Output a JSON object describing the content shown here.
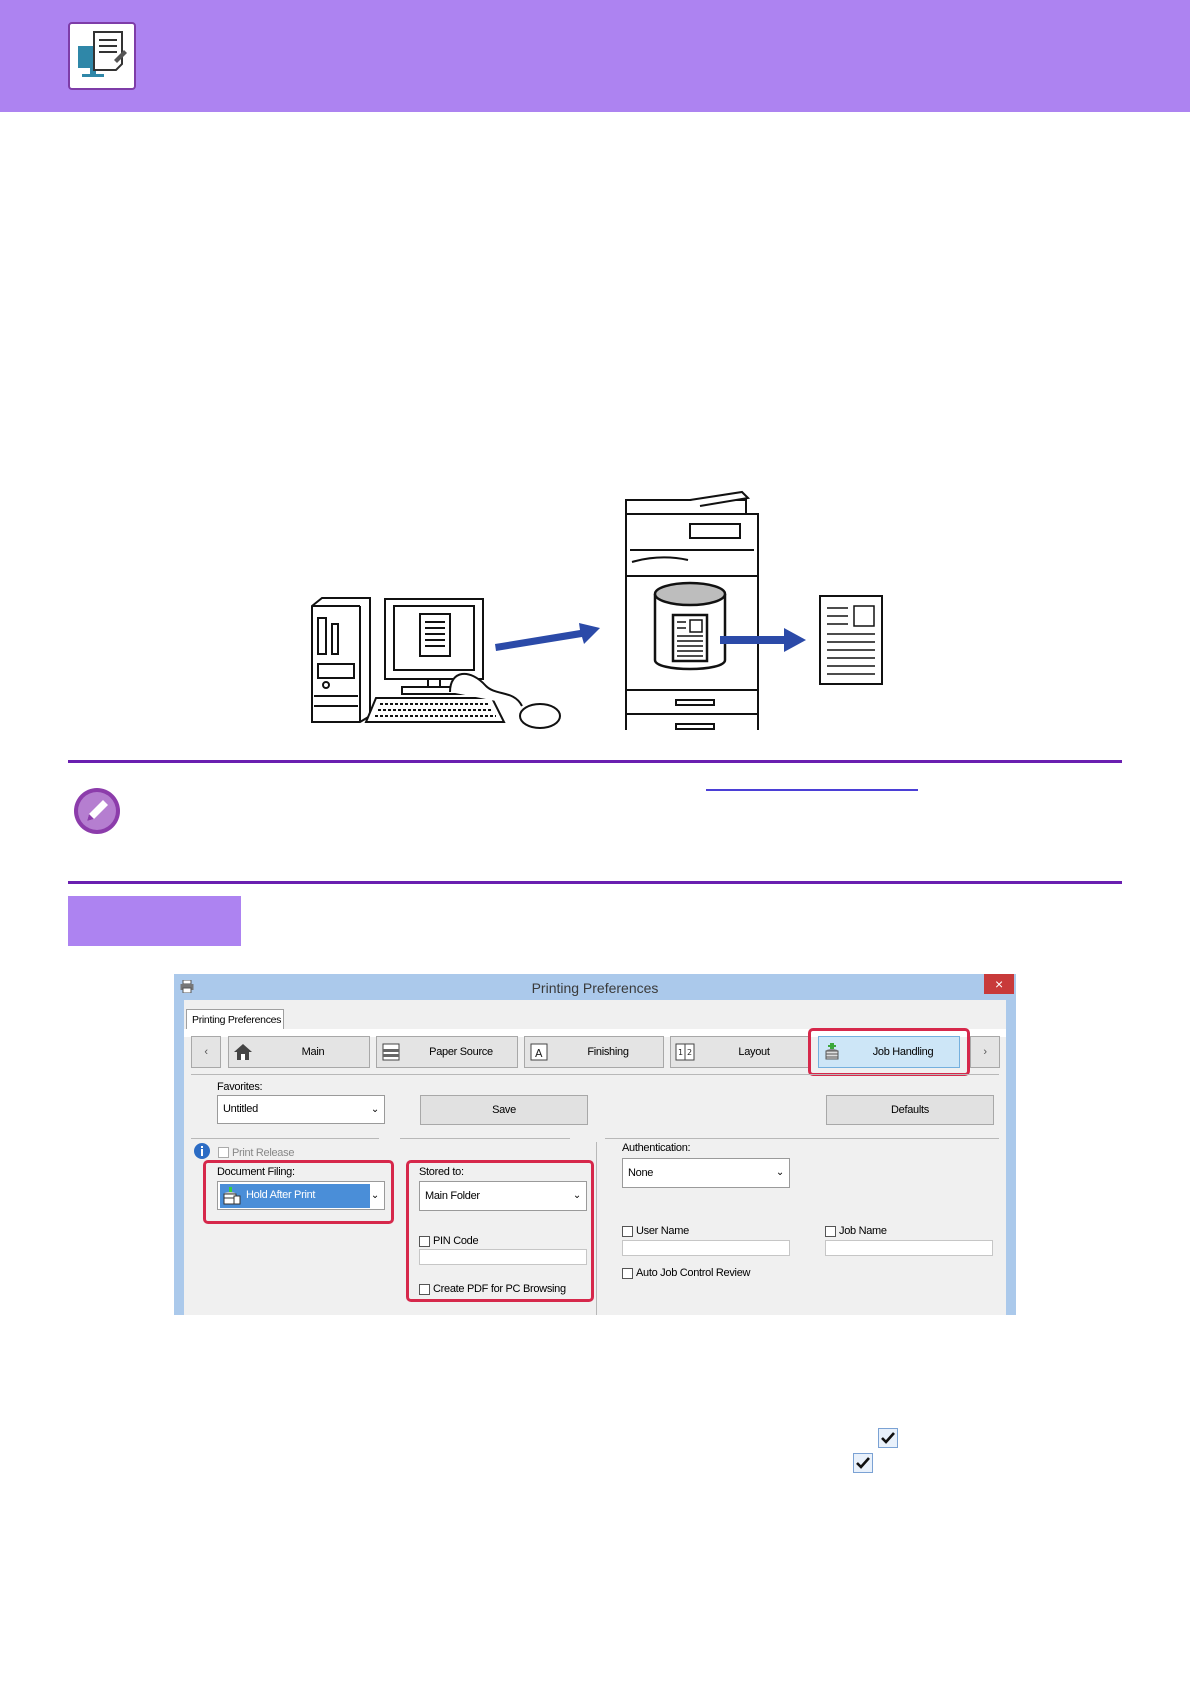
{
  "dialog": {
    "title": "Printing Preferences",
    "close_glyph": "×",
    "tab_label": "Printing Preferences",
    "nav_prev": "‹",
    "nav_next": "›",
    "tabs": [
      {
        "label": "Main",
        "icon": "home-icon"
      },
      {
        "label": "Paper Source",
        "icon": "paper-tray-icon"
      },
      {
        "label": "Finishing",
        "icon": "finishing-icon"
      },
      {
        "label": "Layout",
        "icon": "layout-icon"
      },
      {
        "label": "Job Handling",
        "icon": "job-handling-icon",
        "selected": true
      }
    ],
    "favorites_label": "Favorites:",
    "favorites_value": "Untitled",
    "save_label": "Save",
    "defaults_label": "Defaults",
    "print_release_label": "Print Release",
    "document_filing_label": "Document Filing:",
    "document_filing_value": "Hold After Print",
    "stored_to_label": "Stored to:",
    "stored_to_value": "Main Folder",
    "pin_code_label": "PIN Code",
    "create_pdf_label": "Create PDF for PC Browsing",
    "authentication_label": "Authentication:",
    "authentication_value": "None",
    "user_name_label": "User Name",
    "job_name_label": "Job Name",
    "auto_job_control_label": "Auto Job Control Review",
    "chevron_glyph": "⌄"
  },
  "colors": {
    "header": "#ad83f1",
    "rule": "#6a1fb0",
    "highlight": "#d6284b",
    "selection": "#4a8ed8"
  }
}
